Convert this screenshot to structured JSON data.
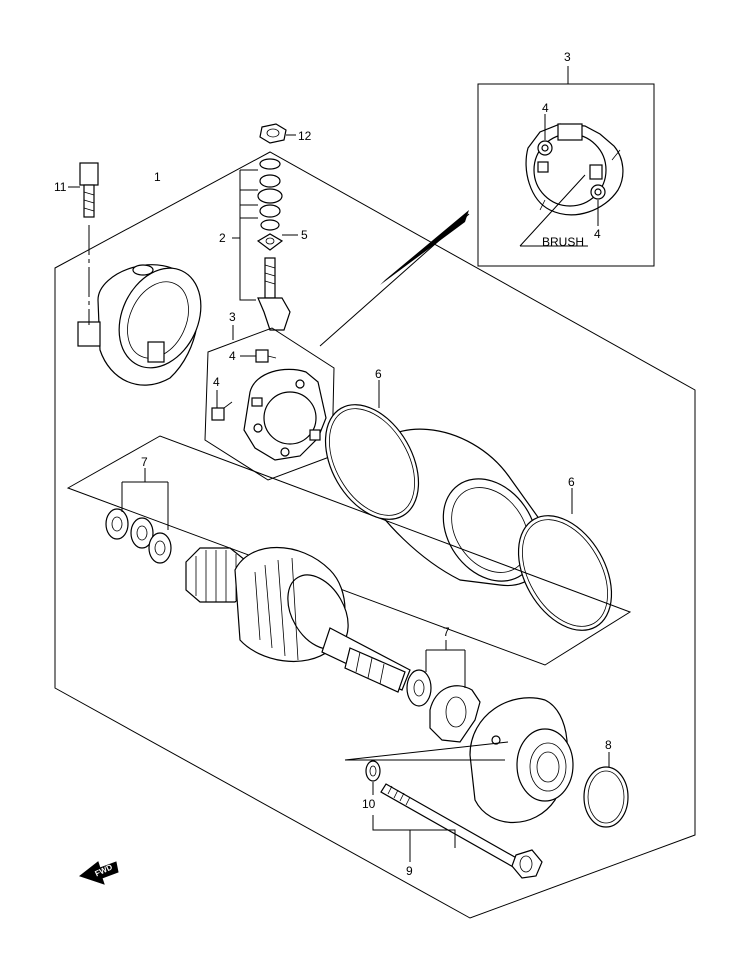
{
  "labels": {
    "p1": "1",
    "p2": "2",
    "p3_top": "3",
    "p3_mid": "3",
    "p4_a": "4",
    "p4_b": "4",
    "p4_c": "4",
    "p4_d": "4",
    "p5": "5",
    "p6_a": "6",
    "p6_b": "6",
    "p7_a": "7",
    "p7_b": "7",
    "p8": "8",
    "p9": "9",
    "p10": "10",
    "p11": "11",
    "p12": "12",
    "brush": "BRUSH",
    "fwd": "FWD"
  }
}
